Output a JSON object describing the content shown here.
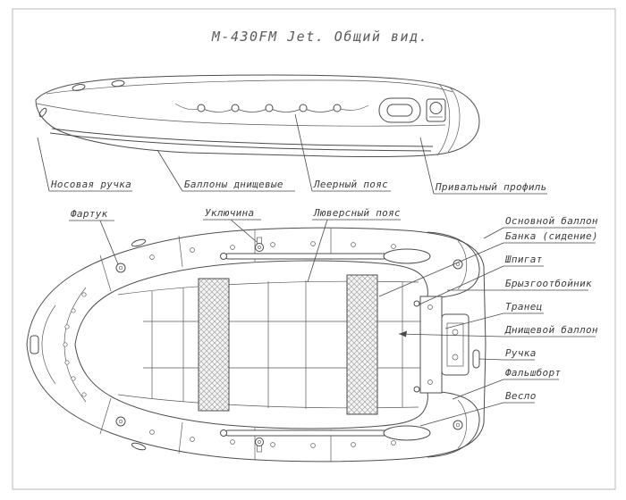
{
  "title": "М-430FM Jet. Общий вид.",
  "labels": {
    "side": {
      "bow_handle": "Носовая ручка",
      "bottom_tubes": "Баллоны днищевые",
      "lifeline": "Леерный пояс",
      "rub_profile": "Привальный профиль"
    },
    "top": {
      "apron": "Фартук",
      "oarlock": "Уключина",
      "grommet_belt": "Люверсный пояс"
    },
    "right": {
      "main_tube": "Основной баллон",
      "seat": "Банка (сидение)",
      "scupper": "Шпигат",
      "splash_guard": "Брызгоотбойник",
      "transom": "Транец",
      "bottom_tube": "Днищевой баллон",
      "handle": "Ручка",
      "bulwark": "Фальшборт",
      "oar": "Весло"
    }
  },
  "colors": {
    "line": "#4d4d4d",
    "label": "#3c3c3c",
    "frame": "#b9b9b9",
    "background": "#ffffff"
  }
}
